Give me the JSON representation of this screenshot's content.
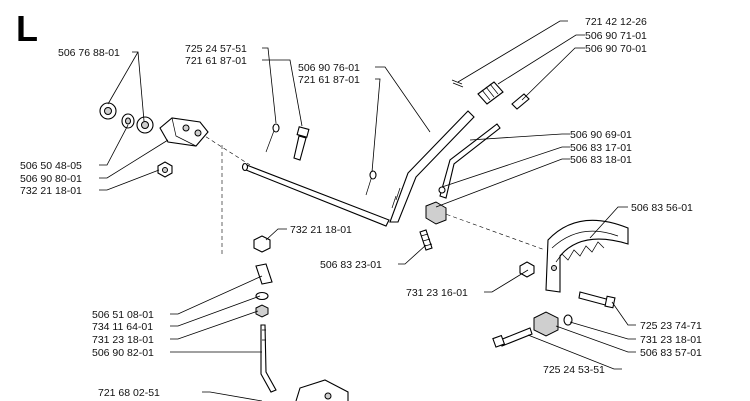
{
  "section_letter": "L",
  "callouts": [
    "506 76 88-01",
    "725 24 57-51",
    "721 61 87-01",
    "506 90 76-01",
    "721 61 87-01",
    "721 42 12-26",
    "506 90 71-01",
    "506 90 70-01",
    "506 90 69-01",
    "506 83 17-01",
    "506 83 18-01",
    "506 50 48-05",
    "506 90 80-01",
    "732 21 18-01",
    "732 21 18-01",
    "506 83 23-01",
    "506 83 56-01",
    "731 23 16-01",
    "506 51 08-01",
    "734 11 64-01",
    "731 23 18-01",
    "506 90 82-01",
    "725 23 74-71",
    "731 23 18-01",
    "506 83 57-01",
    "725 24 53-51",
    "721 68 02-51"
  ]
}
